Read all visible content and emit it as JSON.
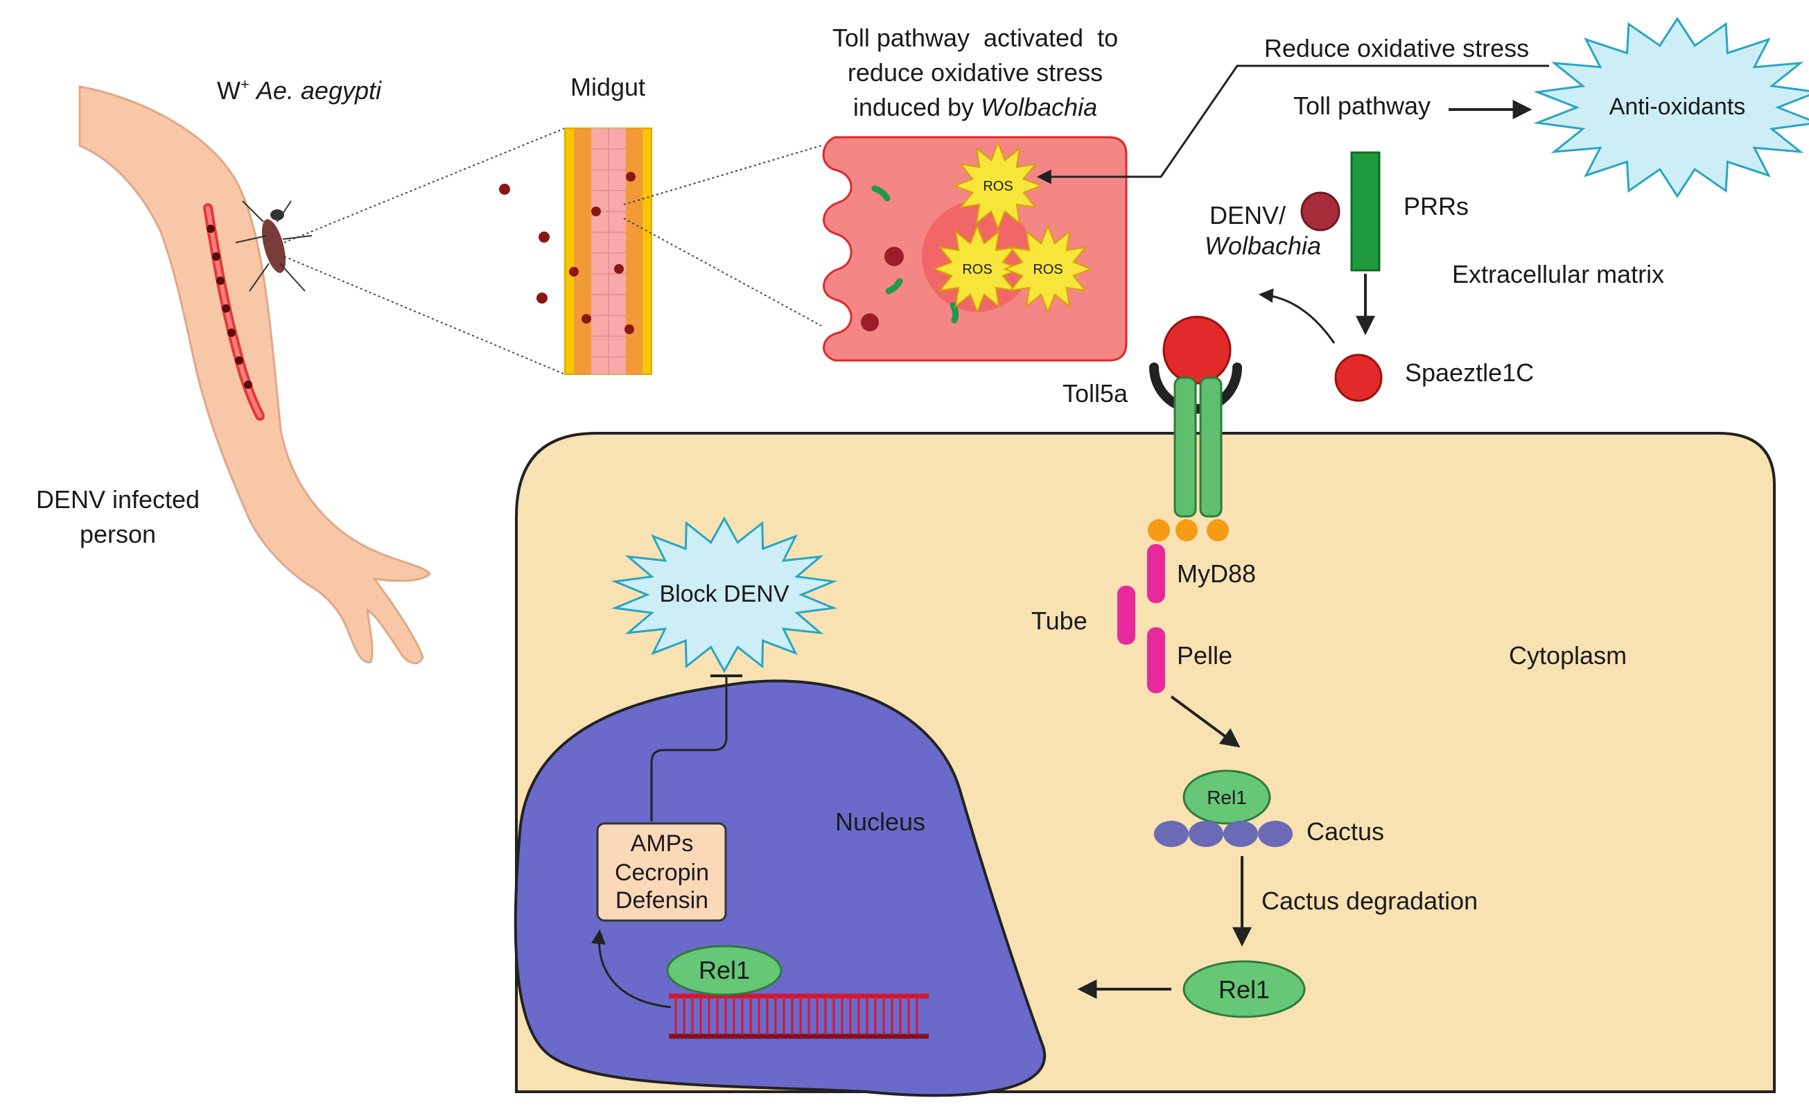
{
  "labels": {
    "mosquito_prefix": "W",
    "mosquito_sup": "+",
    "mosquito_name": "Ae. aegypti",
    "person_line1": "DENV infected",
    "person_line2": "person",
    "midgut": "Midgut",
    "toll_title_line1": "Toll pathway  activated  to",
    "toll_title_line2": "reduce oxidative stress",
    "toll_title_line3a": "induced by ",
    "toll_title_line3b": "Wolbachia",
    "ros": "ROS",
    "reduce_stress": "Reduce oxidative stress",
    "toll_pathway": "Toll pathway",
    "anti_oxidants": "Anti-oxidants",
    "denv_line1": "DENV/",
    "denv_line2": "Wolbachia",
    "prrs": "PRRs",
    "extracellular": "Extracellular matrix",
    "spaeztle": "Spaeztle1C",
    "toll5a": "Toll5a",
    "myd88": "MyD88",
    "tube": "Tube",
    "pelle": "Pelle",
    "cytoplasm": "Cytoplasm",
    "rel1": "Rel1",
    "cactus": "Cactus",
    "cactus_degradation": "Cactus degradation",
    "nucleus": "Nucleus",
    "block_denv": "Block DENV",
    "amps_line1": "AMPs",
    "amps_line2": "Cecropin",
    "amps_line3": "Defensin"
  },
  "colors": {
    "cell": "#f8e2b2",
    "nucleus": "#6a6acb",
    "receptor": "#5fbf6f",
    "receptor_dark": "#2f7a3c",
    "spaeztle": "#e22a2a",
    "myd88": "#e8299b",
    "adaptor_dots": "#f59b16",
    "rel1": "#66c777",
    "cactus": "#6a6ab5",
    "starburst": "#cdeef7",
    "ros_star": "#f8e53a",
    "midgut_cell": "#f58a8a",
    "dna": "#c0142d"
  }
}
